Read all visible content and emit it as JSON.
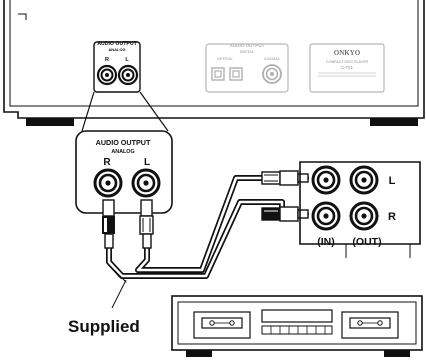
{
  "cd_player": {
    "panel_audio_output_title": "AUDIO OUTPUT",
    "panel_analog_sub": "ANALOG",
    "panel_r": "R",
    "panel_l": "L",
    "digital_title": "AUDIO OUTPUT",
    "digital_sub": "DIGITAL",
    "optical": "OPTICAL",
    "coaxial": "COAXIAL",
    "brand": "ONKYO",
    "product_line": "COMPACT DISC PLAYER",
    "model": "C-7VL"
  },
  "callout": {
    "title": "AUDIO OUTPUT",
    "sub": "ANALOG",
    "r": "R",
    "l": "L"
  },
  "cassette_deck_jacks": {
    "l": "L",
    "r": "R",
    "in_label": "(IN)",
    "out_label": "(OUT)"
  },
  "cable_label": "Supplied"
}
